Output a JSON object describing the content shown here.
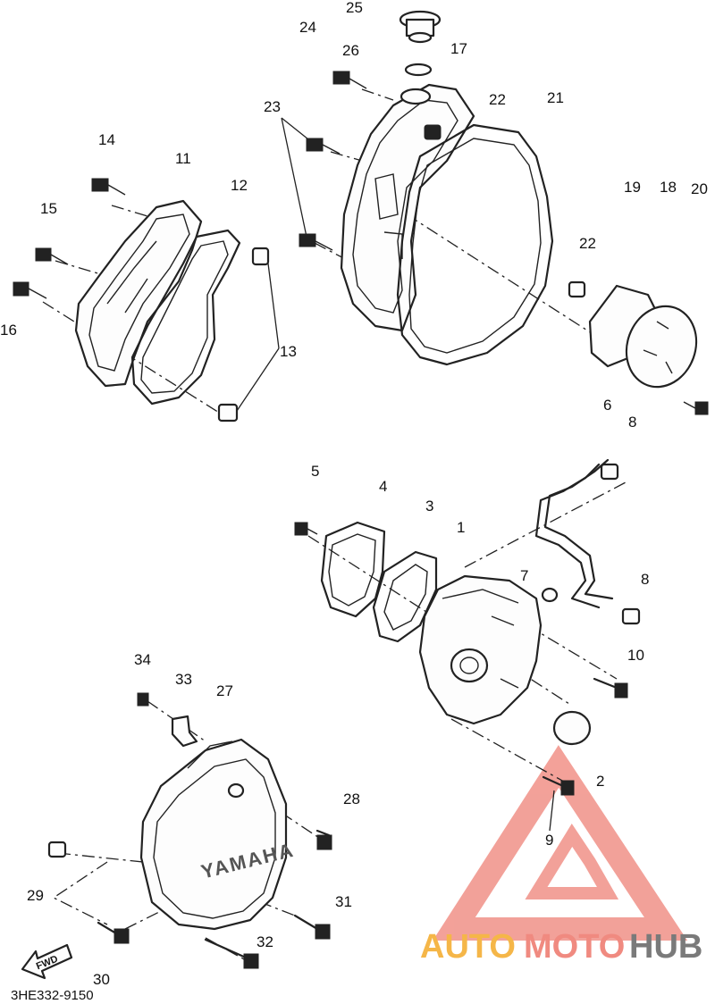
{
  "callouts": [
    {
      "id": "n1",
      "text": "1"
    },
    {
      "id": "n2",
      "text": "2"
    },
    {
      "id": "n3",
      "text": "3"
    },
    {
      "id": "n4",
      "text": "4"
    },
    {
      "id": "n5",
      "text": "5"
    },
    {
      "id": "n6",
      "text": "6"
    },
    {
      "id": "n7",
      "text": "7"
    },
    {
      "id": "n8a",
      "text": "8"
    },
    {
      "id": "n8b",
      "text": "8"
    },
    {
      "id": "n9",
      "text": "9"
    },
    {
      "id": "n10",
      "text": "10"
    },
    {
      "id": "n11",
      "text": "11"
    },
    {
      "id": "n12",
      "text": "12"
    },
    {
      "id": "n13",
      "text": "13"
    },
    {
      "id": "n14",
      "text": "14"
    },
    {
      "id": "n15",
      "text": "15"
    },
    {
      "id": "n16",
      "text": "16"
    },
    {
      "id": "n17",
      "text": "17"
    },
    {
      "id": "n18",
      "text": "18"
    },
    {
      "id": "n19",
      "text": "19"
    },
    {
      "id": "n20",
      "text": "20"
    },
    {
      "id": "n21",
      "text": "21"
    },
    {
      "id": "n22a",
      "text": "22"
    },
    {
      "id": "n22b",
      "text": "22"
    },
    {
      "id": "n23",
      "text": "23"
    },
    {
      "id": "n24",
      "text": "24"
    },
    {
      "id": "n25",
      "text": "25"
    },
    {
      "id": "n26",
      "text": "26"
    },
    {
      "id": "n27",
      "text": "27"
    },
    {
      "id": "n28",
      "text": "28"
    },
    {
      "id": "n29",
      "text": "29"
    },
    {
      "id": "n30",
      "text": "30"
    },
    {
      "id": "n31",
      "text": "31"
    },
    {
      "id": "n32",
      "text": "32"
    },
    {
      "id": "n33",
      "text": "33"
    },
    {
      "id": "n34",
      "text": "34"
    }
  ],
  "cover_brand": "YAMAHA",
  "fwd_label": "FWD",
  "diagram_code": "3HE332-9150",
  "watermark": {
    "part1": "AUTO",
    "part2": "MOTO",
    "part3": "HUB"
  },
  "colors": {
    "watermark_red": "#f08a80",
    "watermark_orange": "#f5b648",
    "watermark_gray": "#7a7a7a"
  }
}
